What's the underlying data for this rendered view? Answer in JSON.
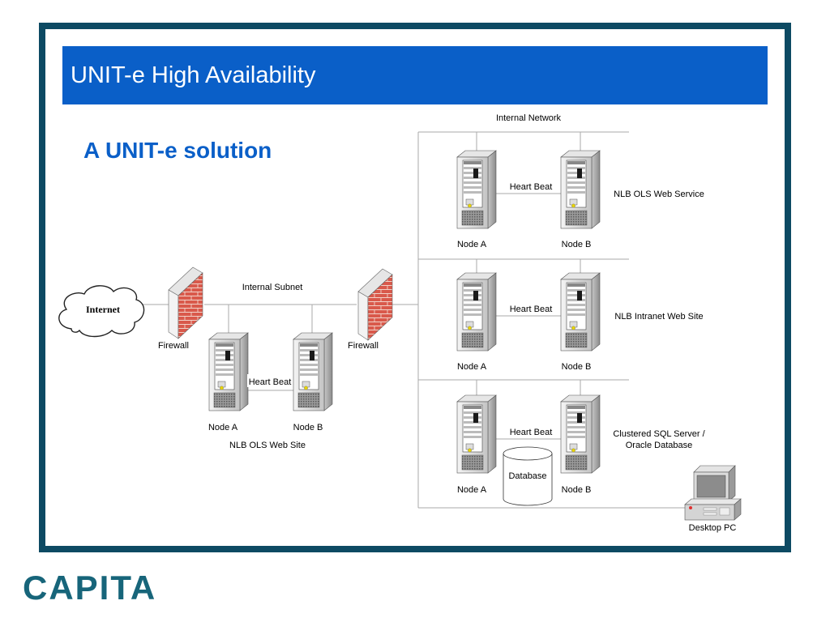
{
  "slide": {
    "title": "UNIT-e High Availability",
    "subtitle": "A UNIT-e solution",
    "logo": "CAPITA"
  },
  "colors": {
    "frame": "#0d4a63",
    "title_bar": "#0a5fc8",
    "subtitle": "#0a5fc8",
    "logo": "#17657a",
    "firewall_brick": "#d9594b"
  },
  "diagram": {
    "internet_label": "Internet",
    "firewalls": [
      "Firewall",
      "Firewall"
    ],
    "internal_subnet_label": "Internal Subnet",
    "internal_network_label": "Internal Network",
    "subnet_cluster": {
      "nodes": [
        "Node A",
        "Node B"
      ],
      "link_label": "Heart Beat",
      "caption": "NLB OLS Web Site"
    },
    "clusters": [
      {
        "nodes": [
          "Node A",
          "Node B"
        ],
        "link_label": "Heart Beat",
        "description": "NLB OLS Web Service"
      },
      {
        "nodes": [
          "Node A",
          "Node B"
        ],
        "link_label": "Heart Beat",
        "description": "NLB Intranet Web Site"
      },
      {
        "nodes": [
          "Node A",
          "Node B"
        ],
        "link_label": "Heart Beat",
        "description_line1": "Clustered SQL Server /",
        "description_line2": "Oracle Database"
      }
    ],
    "database_label": "Database",
    "desktop_label": "Desktop PC"
  }
}
